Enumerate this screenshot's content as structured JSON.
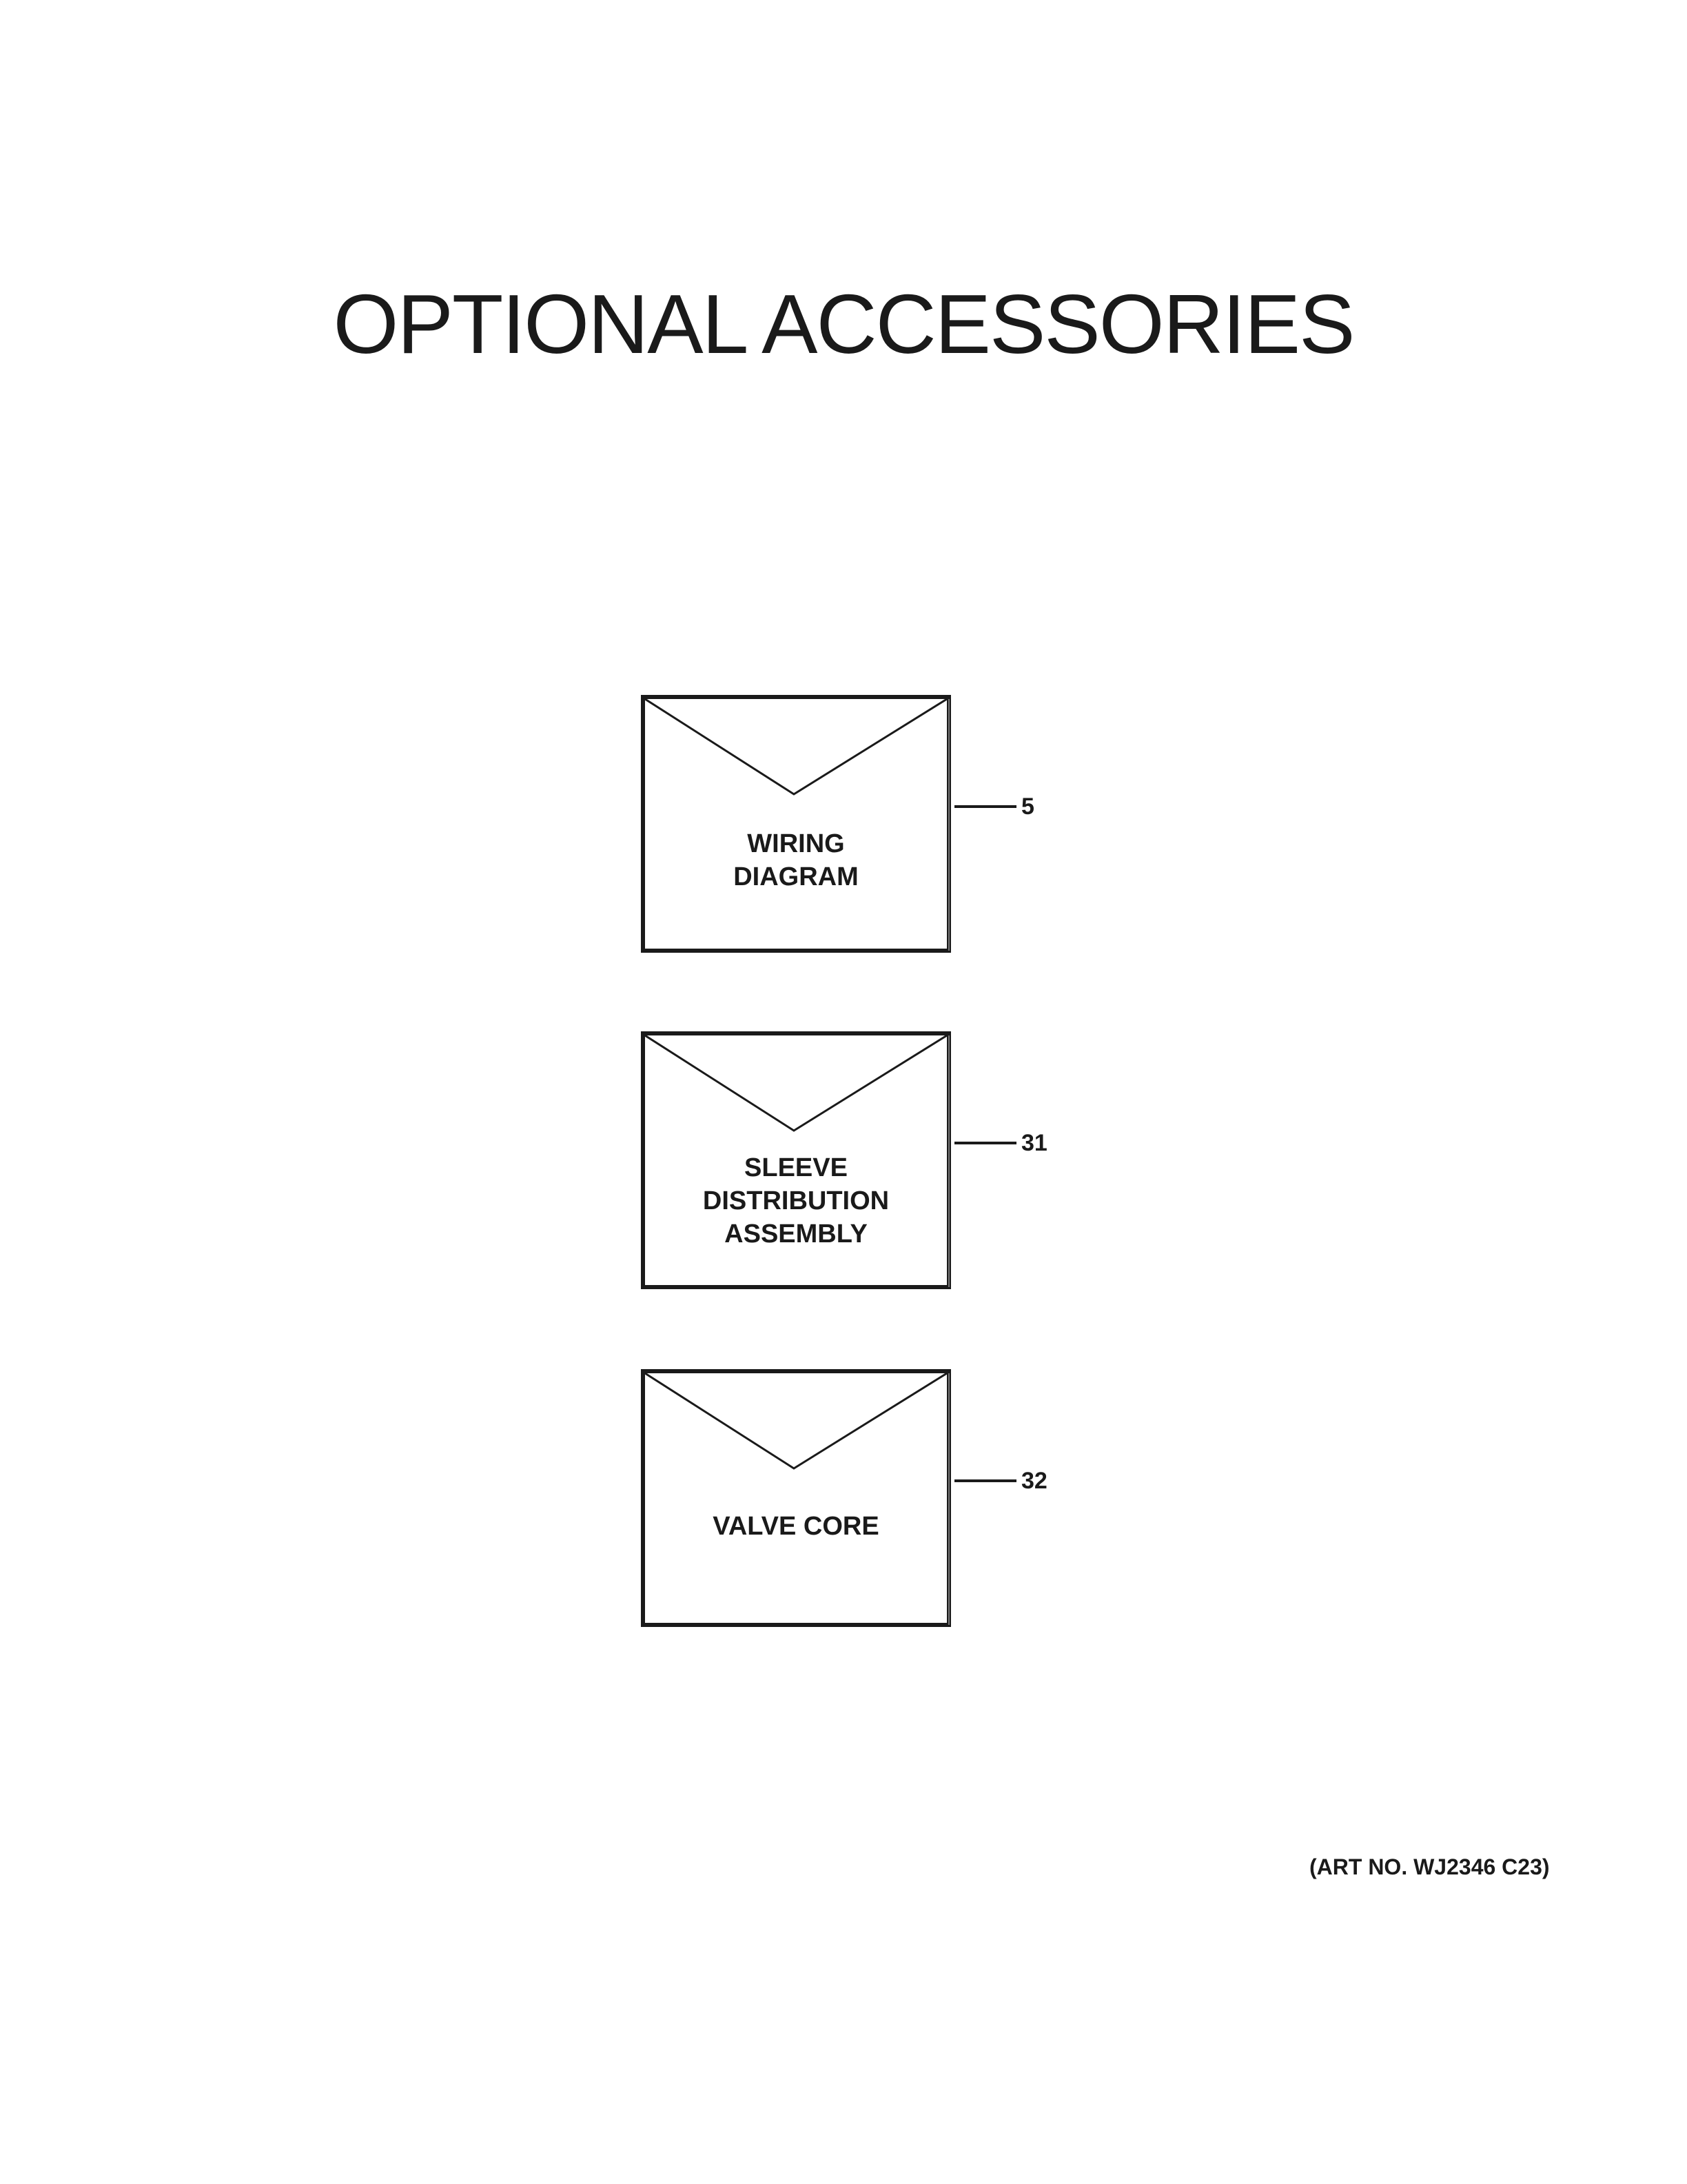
{
  "title": "OPTIONAL ACCESSORIES",
  "items": [
    {
      "lines": [
        "WIRING",
        "DIAGRAM"
      ],
      "callout": "5"
    },
    {
      "lines": [
        "SLEEVE",
        "DISTRIBUTION",
        "ASSEMBLY"
      ],
      "callout": "31"
    },
    {
      "lines": [
        "VALVE CORE"
      ],
      "callout": "32"
    }
  ],
  "art_no": "(ART NO. WJ2346 C23)"
}
